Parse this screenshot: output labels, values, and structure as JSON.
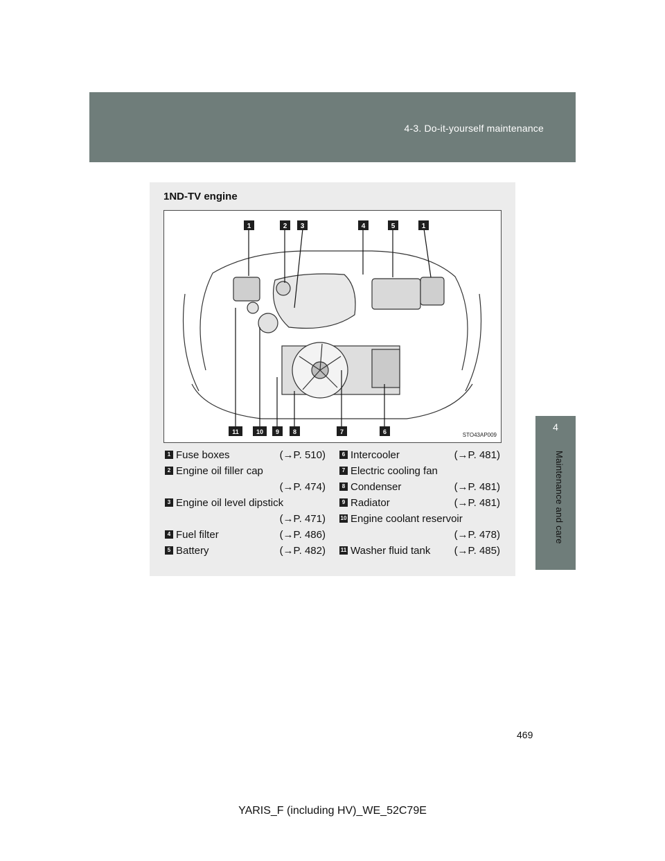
{
  "header": {
    "section": "4-3. Do-it-yourself maintenance"
  },
  "side_tab": {
    "number": "4",
    "label": "Maintenance and care"
  },
  "panel": {
    "title": "1ND-TV engine",
    "figure_code": "STO43AP009",
    "top_callouts": [
      "1",
      "2",
      "3",
      "4",
      "5",
      "1"
    ],
    "bottom_callouts": [
      "11",
      "10",
      "9",
      "8",
      "7",
      "6"
    ]
  },
  "legend": {
    "left": [
      {
        "num": "1",
        "label": "Fuse boxes",
        "ref": "(→P. 510)"
      },
      {
        "num": "2",
        "label": "Engine oil filler cap",
        "ref": "(→P. 474)"
      },
      {
        "num": "3",
        "label": "Engine oil level dipstick",
        "ref": "(→P. 471)"
      },
      {
        "num": "4",
        "label": "Fuel filter",
        "ref": "(→P. 486)"
      },
      {
        "num": "5",
        "label": "Battery",
        "ref": "(→P. 482)"
      }
    ],
    "right": [
      {
        "num": "6",
        "label": "Intercooler",
        "ref": "(→P. 481)"
      },
      {
        "num": "7",
        "label": "Electric cooling fan",
        "ref": ""
      },
      {
        "num": "8",
        "label": "Condenser",
        "ref": "(→P. 481)"
      },
      {
        "num": "9",
        "label": "Radiator",
        "ref": "(→P. 481)"
      },
      {
        "num": "10",
        "label": "Engine coolant reservoir",
        "ref": "(→P. 478)"
      },
      {
        "num": "11",
        "label": "Washer fluid tank",
        "ref": "(→P. 485)"
      }
    ]
  },
  "page_number": "469",
  "footer": "YARIS_F (including HV)_WE_52C79E"
}
